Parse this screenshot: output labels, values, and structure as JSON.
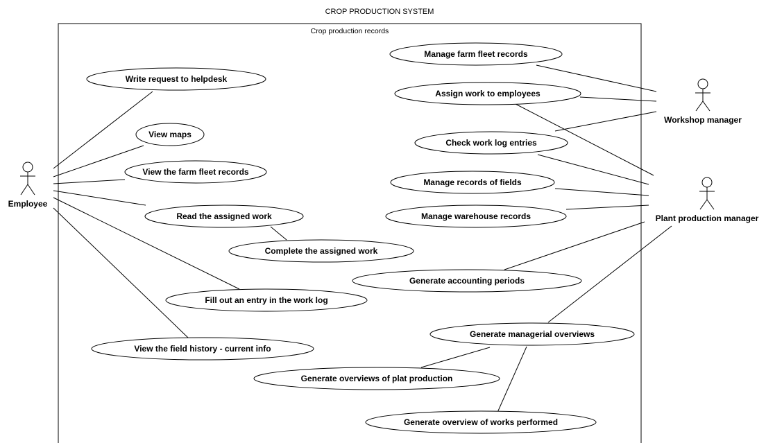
{
  "system_title": "CROP PRODUCTION SYSTEM",
  "boundary_title": "Crop production records",
  "actors": {
    "employee": "Employee",
    "workshop_manager": "Workshop manager",
    "plant_production_manager": "Plant production manager"
  },
  "use_cases": {
    "write_request": "Write request to helpdesk",
    "view_maps": "View maps",
    "view_farm_fleet": "View the farm fleet records",
    "read_assigned_work": "Read the assigned work",
    "complete_assigned_work": "Complete the assigned work",
    "fill_work_log": "Fill out an entry in the work log",
    "view_field_history": "View the field history - current info",
    "manage_farm_fleet": "Manage farm fleet records",
    "assign_work": "Assign work to employees",
    "check_work_log": "Check work log entries",
    "manage_fields": "Manage records of fields",
    "manage_warehouse": "Manage warehouse records",
    "generate_accounting": "Generate accounting periods",
    "generate_managerial": "Generate managerial overviews",
    "generate_plat_production": "Generate overviews of plat production",
    "generate_works_performed": "Generate overview of works performed"
  }
}
